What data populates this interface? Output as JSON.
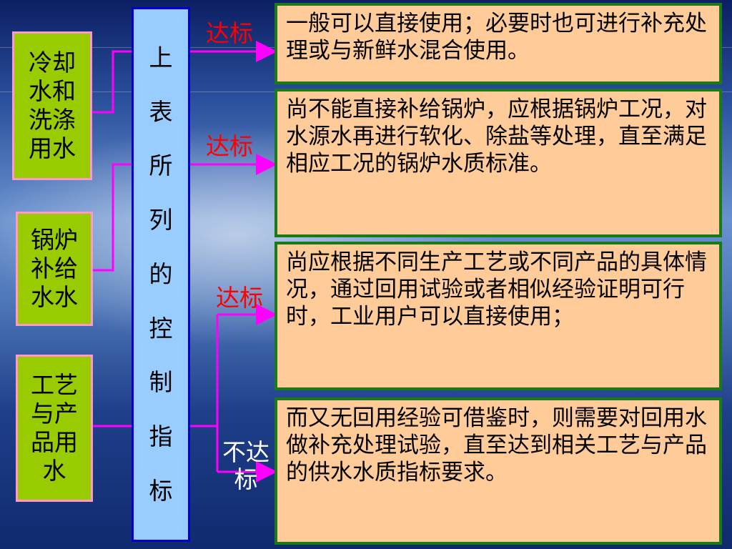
{
  "left_boxes": [
    {
      "text": "冷却水和洗涤用水"
    },
    {
      "text": "锅炉补给水水"
    },
    {
      "text": "工艺与产品用水"
    }
  ],
  "center": {
    "chars": [
      "上",
      "表",
      "所",
      "列",
      "的",
      "控",
      "制",
      "指",
      "标"
    ]
  },
  "labels": {
    "pass1": "达标",
    "pass2": "达标",
    "pass3": "达标",
    "fail": "不达标"
  },
  "right_boxes": [
    {
      "text": "一般可以直接使用；必要时也可进行补充处理或与新鲜水混合使用。"
    },
    {
      "text": "尚不能直接补给锅炉，应根据锅炉工况，对水源水再进行软化、除盐等处理，直至满足相应工况的锅炉水质标准。"
    },
    {
      "text": "尚应根据不同生产工艺或不同产品的具体情况，通过回用试验或者相似经验证明可行时，工业用户可以直接使用；"
    },
    {
      "text": "而又无回用经验可借鉴时，则需要对回用水做补充处理试验，直至达到相关工艺与产品的供水水质指标要求。"
    }
  ],
  "colors": {
    "left_box_fill": "#99cc00",
    "left_box_border": "#ff99cc",
    "center_fill": "#99ccff",
    "center_border": "#0000cc",
    "right_box_fill": "#ffcc99",
    "right_box_border": "#1a7a1a",
    "connector": "#ff00ff",
    "pass_label": "#ff0000",
    "fail_label": "#ffffff"
  }
}
